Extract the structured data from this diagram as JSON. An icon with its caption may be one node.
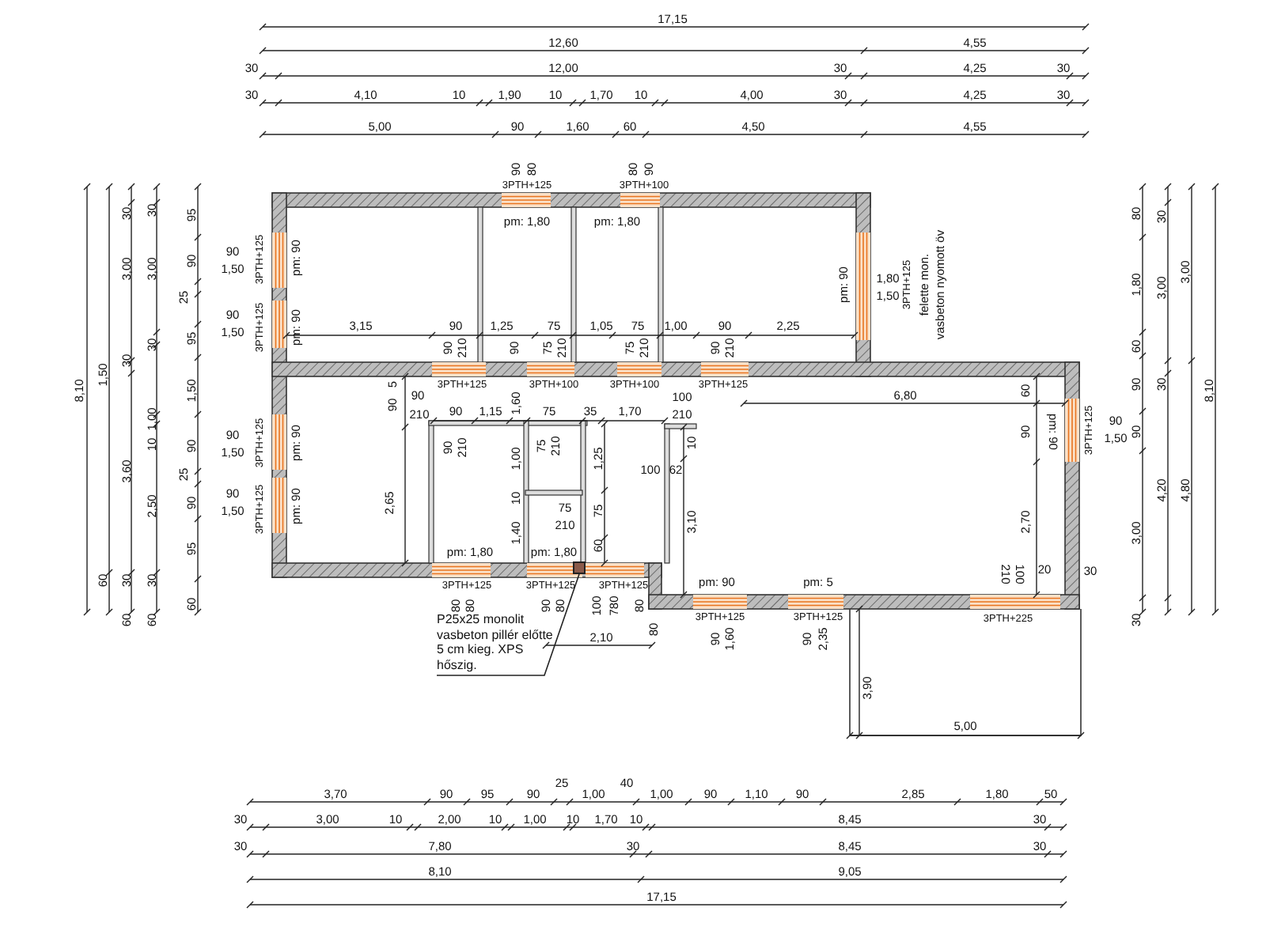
{
  "diagram": {
    "nodes": [
      {
        "text": [
          "P25x25 monolit vasbeton pillér előtte 5 cm kieg. XPS hőszig."
        ]
      },
      {
        "text": [],
        "shape": "box"
      }
    ],
    "edges": [
      {
        "from": 0,
        "to": 1,
        "arrow": "none"
      }
    ],
    "labels": [
      "17,15",
      "12,60",
      "4,55",
      "30",
      "12,00",
      "30",
      "4,25",
      "30",
      "30",
      "4,10",
      "10",
      "1,90",
      "10",
      "1,70",
      "10",
      "4,00",
      "30",
      "4,25",
      "30",
      "5,00",
      "90",
      "1,60",
      "60",
      "4,50",
      "4,55",
      "90",
      "80",
      "3PTH+125",
      "pm: 1,80",
      "80",
      "90",
      "3PTH+100",
      "pm: 1,80",
      "8,10",
      "1,50",
      "60",
      "30",
      "3,00",
      "30",
      "3,60",
      "30",
      "60",
      "30",
      "3,00",
      "30",
      "1,00",
      "10",
      "2,50",
      "30",
      "60",
      "95",
      "90",
      "25",
      "95",
      "1,50",
      "90",
      "25",
      "90",
      "95",
      "60",
      "90",
      "1,50",
      "3PTH+125",
      "pm: 90",
      "90",
      "1,50",
      "3PTH+125",
      "pm: 90",
      "90",
      "1,50",
      "3PTH+125",
      "pm: 90",
      "90",
      "1,50",
      "3PTH+125",
      "pm: 90",
      "3,15",
      "90",
      "1,25",
      "75",
      "1,05",
      "75",
      "1,00",
      "90",
      "2,25",
      "90",
      "210",
      "90",
      "75",
      "210",
      "75",
      "210",
      "90",
      "210",
      "3PTH+125",
      "3PTH+100",
      "3PTH+100",
      "3PTH+125",
      "pm: 90",
      "1,80",
      "1,50",
      "3PTH+125",
      "felette mon.",
      "vasbeton nyomott öv",
      "80",
      "1,80",
      "60",
      "90",
      "90",
      "3,00",
      "30",
      "30",
      "3,00",
      "30",
      "4,20",
      "3,00",
      "4,80",
      "8,10",
      "pm: 90",
      "3PTH+125",
      "90",
      "1,50",
      "6,80",
      "60",
      "90",
      "2,70",
      "5",
      "90",
      "90",
      "210",
      "90",
      "1,15",
      "1,60",
      "75",
      "35",
      "1,70",
      "100",
      "210",
      "2,65",
      "90",
      "210",
      "1,00",
      "10",
      "1,40",
      "75",
      "210",
      "1,25",
      "75",
      "60",
      "75",
      "210",
      "10",
      "100",
      "62",
      "3,10",
      "pm: 1,80",
      "pm: 1,80",
      "3PTH+125",
      "3PTH+125",
      "3PTH+125",
      "80",
      "80",
      "90",
      "80",
      "100",
      "780",
      "80",
      "2,10",
      "80",
      "pm: 90",
      "pm: 5",
      "3PTH+125",
      "3PTH+125",
      "3PTH+225",
      "90",
      "1,60",
      "90",
      "2,35",
      "210",
      "100",
      "20",
      "30",
      "3,90",
      "5,00",
      "3,70",
      "90",
      "95",
      "90",
      "25",
      "1,00",
      "40",
      "1,00",
      "90",
      "1,10",
      "90",
      "2,85",
      "1,80",
      "50",
      "30",
      "3,00",
      "10",
      "2,00",
      "10",
      "1,00",
      "10",
      "1,70",
      "10",
      "8,45",
      "30",
      "30",
      "7,80",
      "30",
      "8,45",
      "30",
      "8,10",
      "9,05",
      "17,15"
    ]
  }
}
